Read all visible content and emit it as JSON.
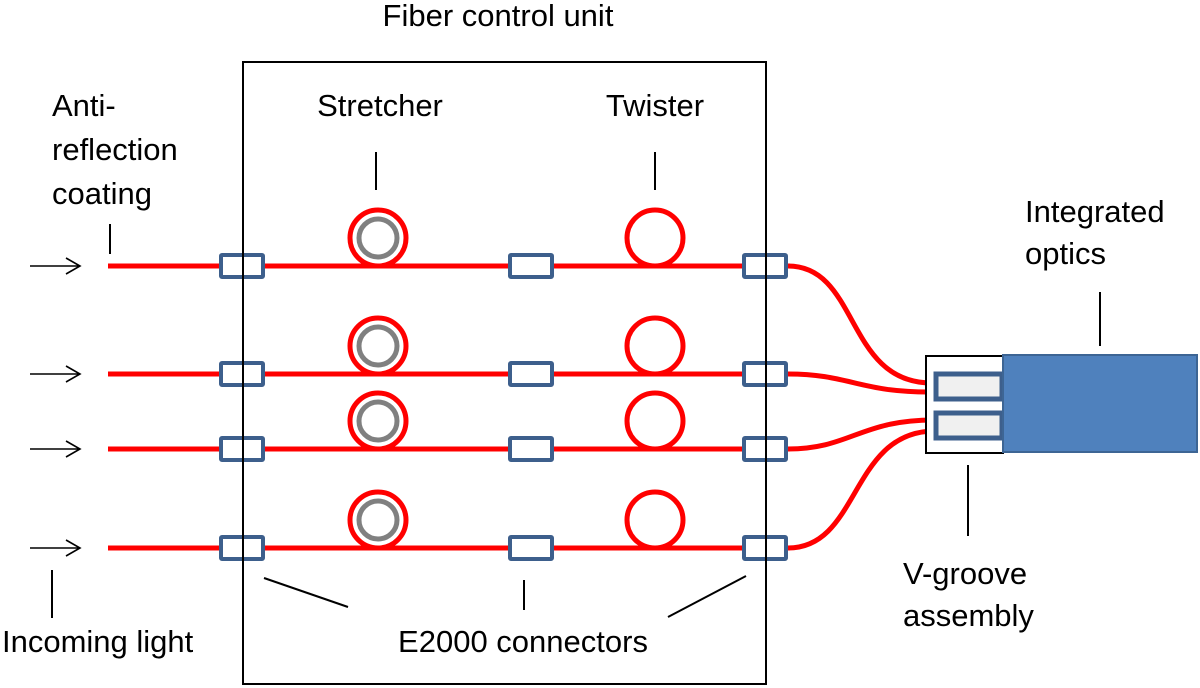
{
  "diagram": {
    "title": "Fiber control unit",
    "labels": {
      "anti_reflection": [
        "Anti-",
        "reflection",
        "coating"
      ],
      "stretcher": "Stretcher",
      "twister": "Twister",
      "integrated_optics": [
        "Integrated",
        "optics"
      ],
      "v_groove": [
        "V-groove",
        "assembly"
      ],
      "incoming_light": "Incoming light",
      "connectors": "E2000 connectors"
    },
    "channels": [
      {
        "id": 1,
        "stretcher": true,
        "twister": true
      },
      {
        "id": 2,
        "stretcher": true,
        "twister": true
      },
      {
        "id": 3,
        "stretcher": true,
        "twister": true
      },
      {
        "id": 4,
        "stretcher": true,
        "twister": true
      }
    ],
    "colors": {
      "fiber": "#ff0000",
      "connector": "#3d5f8c",
      "stretcher_core": "#808080",
      "integrated_optics": "#4f81bd",
      "v_groove_slot": "#f0f0f0"
    }
  }
}
